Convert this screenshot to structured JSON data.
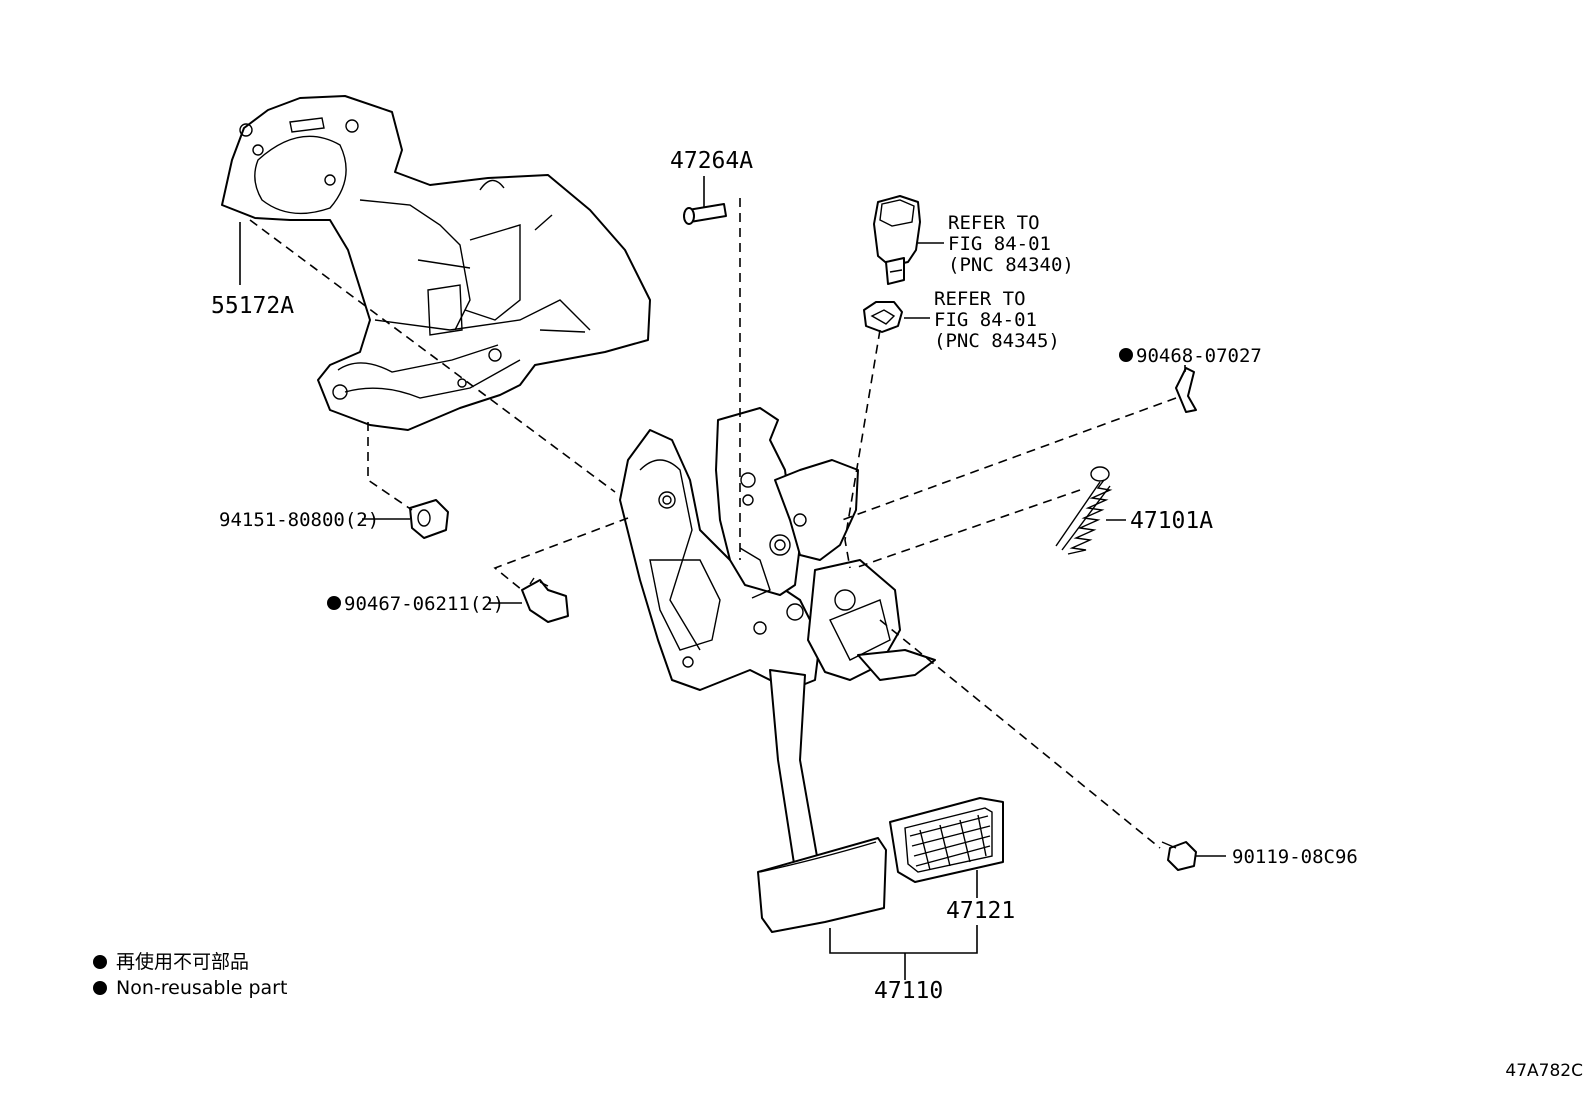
{
  "parts": {
    "bracket_support": "55172A",
    "pin": "47264A",
    "stop_switch_refer": [
      "REFER TO",
      "FIG 84-01",
      "(PNC 84340)"
    ],
    "cushion_refer": [
      "REFER TO",
      "FIG 84-01",
      "(PNC 84345)"
    ],
    "clip": "90468-07027",
    "spring": "47101A",
    "cushion_nut": "94151-80800(2)",
    "nut": "90467-06211(2)",
    "bolt": "90119-08C96",
    "pad": "47121",
    "pedal_assy": "47110"
  },
  "legend": {
    "jp": "再使用不可部品",
    "en": "Non-reusable part"
  },
  "figure_code": "47A782C",
  "colors": {
    "ink": "#000000",
    "paper": "#ffffff"
  }
}
